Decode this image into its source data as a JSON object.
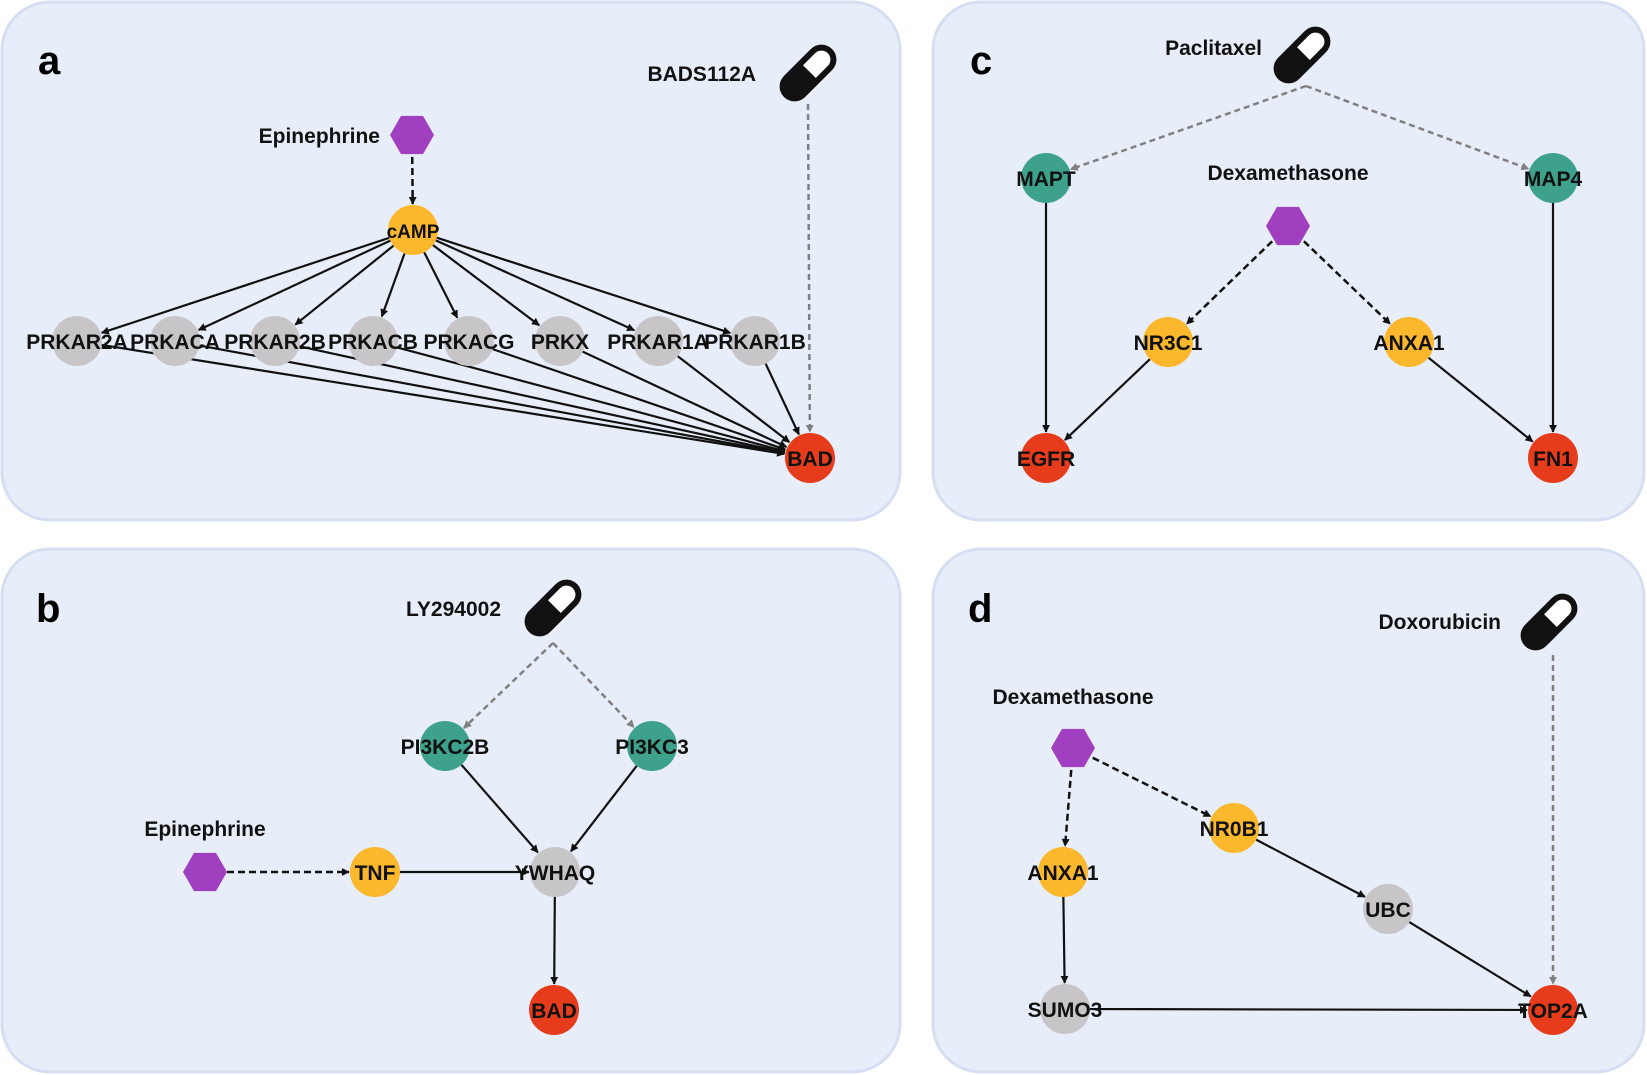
{
  "colors": {
    "target": "#e63c1b",
    "intermediate": "#fbb82d",
    "drug_target": "#3ea18c",
    "other": "#c8c5c8",
    "chemical": "#a03fc0",
    "drug_icon": "#111111",
    "edge_solid": "#111111",
    "edge_dashed_drug": "#808080",
    "edge_dashed_chem": "#111111"
  },
  "legend_types": {
    "target": "target-node",
    "intermediate": "intermediate-node",
    "drug_target": "drug-target-node",
    "other": "protein-node",
    "chemical": "chemical-hexagon",
    "drug": "pill-icon"
  },
  "panels": [
    {
      "id": "a",
      "letter": "a",
      "nodes": [
        {
          "id": "a-bads",
          "label": "BADS112A",
          "type": "drug"
        },
        {
          "id": "a-epi",
          "label": "Epinephrine",
          "type": "chemical"
        },
        {
          "id": "a-camp",
          "label": "cAMP",
          "type": "intermediate"
        },
        {
          "id": "a-r2a",
          "label": "PRKAR2A",
          "type": "other"
        },
        {
          "id": "a-ca",
          "label": "PRKACA",
          "type": "other"
        },
        {
          "id": "a-r2b",
          "label": "PRKAR2B",
          "type": "other"
        },
        {
          "id": "a-cb",
          "label": "PRKACB",
          "type": "other"
        },
        {
          "id": "a-cg",
          "label": "PRKACG",
          "type": "other"
        },
        {
          "id": "a-x",
          "label": "PRKX",
          "type": "other"
        },
        {
          "id": "a-r1a",
          "label": "PRKAR1A",
          "type": "other"
        },
        {
          "id": "a-r1b",
          "label": "PRKAR1B",
          "type": "other"
        },
        {
          "id": "a-bad",
          "label": "BAD",
          "type": "target"
        }
      ],
      "edges": [
        {
          "from": "a-epi",
          "to": "a-camp",
          "style": "dashed-chem"
        },
        {
          "from": "a-bads",
          "to": "a-bad",
          "style": "dashed-drug"
        },
        {
          "from": "a-camp",
          "to": "a-r2a",
          "style": "solid"
        },
        {
          "from": "a-camp",
          "to": "a-ca",
          "style": "solid"
        },
        {
          "from": "a-camp",
          "to": "a-r2b",
          "style": "solid"
        },
        {
          "from": "a-camp",
          "to": "a-cb",
          "style": "solid"
        },
        {
          "from": "a-camp",
          "to": "a-cg",
          "style": "solid"
        },
        {
          "from": "a-camp",
          "to": "a-x",
          "style": "solid"
        },
        {
          "from": "a-camp",
          "to": "a-r1a",
          "style": "solid"
        },
        {
          "from": "a-camp",
          "to": "a-r1b",
          "style": "solid"
        },
        {
          "from": "a-r2a",
          "to": "a-bad",
          "style": "solid"
        },
        {
          "from": "a-ca",
          "to": "a-bad",
          "style": "solid"
        },
        {
          "from": "a-r2b",
          "to": "a-bad",
          "style": "solid"
        },
        {
          "from": "a-cb",
          "to": "a-bad",
          "style": "solid"
        },
        {
          "from": "a-cg",
          "to": "a-bad",
          "style": "solid"
        },
        {
          "from": "a-x",
          "to": "a-bad",
          "style": "solid"
        },
        {
          "from": "a-r1a",
          "to": "a-bad",
          "style": "solid"
        },
        {
          "from": "a-r1b",
          "to": "a-bad",
          "style": "solid"
        }
      ]
    },
    {
      "id": "b",
      "letter": "b",
      "nodes": [
        {
          "id": "b-ly",
          "label": "LY294002",
          "type": "drug"
        },
        {
          "id": "b-pi2b",
          "label": "PI3KC2B",
          "type": "drug_target"
        },
        {
          "id": "b-pi3",
          "label": "PI3KC3",
          "type": "drug_target"
        },
        {
          "id": "b-epi",
          "label": "Epinephrine",
          "type": "chemical"
        },
        {
          "id": "b-tnf",
          "label": "TNF",
          "type": "intermediate"
        },
        {
          "id": "b-ywhaq",
          "label": "YWHAQ",
          "type": "other"
        },
        {
          "id": "b-bad",
          "label": "BAD",
          "type": "target"
        }
      ],
      "edges": [
        {
          "from": "b-ly",
          "to": "b-pi2b",
          "style": "dashed-drug"
        },
        {
          "from": "b-ly",
          "to": "b-pi3",
          "style": "dashed-drug"
        },
        {
          "from": "b-pi2b",
          "to": "b-ywhaq",
          "style": "solid"
        },
        {
          "from": "b-pi3",
          "to": "b-ywhaq",
          "style": "solid"
        },
        {
          "from": "b-epi",
          "to": "b-tnf",
          "style": "dashed-chem"
        },
        {
          "from": "b-tnf",
          "to": "b-ywhaq",
          "style": "solid"
        },
        {
          "from": "b-ywhaq",
          "to": "b-bad",
          "style": "solid"
        }
      ]
    },
    {
      "id": "c",
      "letter": "c",
      "nodes": [
        {
          "id": "c-pac",
          "label": "Paclitaxel",
          "type": "drug"
        },
        {
          "id": "c-mapt",
          "label": "MAPT",
          "type": "drug_target"
        },
        {
          "id": "c-map4",
          "label": "MAP4",
          "type": "drug_target"
        },
        {
          "id": "c-dex",
          "label": "Dexamethasone",
          "type": "chemical"
        },
        {
          "id": "c-nr3c1",
          "label": "NR3C1",
          "type": "intermediate"
        },
        {
          "id": "c-anxa1",
          "label": "ANXA1",
          "type": "intermediate"
        },
        {
          "id": "c-egfr",
          "label": "EGFR",
          "type": "target"
        },
        {
          "id": "c-fn1",
          "label": "FN1",
          "type": "target"
        }
      ],
      "edges": [
        {
          "from": "c-pac",
          "to": "c-mapt",
          "style": "dashed-drug"
        },
        {
          "from": "c-pac",
          "to": "c-map4",
          "style": "dashed-drug"
        },
        {
          "from": "c-dex",
          "to": "c-nr3c1",
          "style": "dashed-chem"
        },
        {
          "from": "c-dex",
          "to": "c-anxa1",
          "style": "dashed-chem"
        },
        {
          "from": "c-mapt",
          "to": "c-egfr",
          "style": "solid"
        },
        {
          "from": "c-nr3c1",
          "to": "c-egfr",
          "style": "solid"
        },
        {
          "from": "c-anxa1",
          "to": "c-fn1",
          "style": "solid"
        },
        {
          "from": "c-map4",
          "to": "c-fn1",
          "style": "solid"
        }
      ]
    },
    {
      "id": "d",
      "letter": "d",
      "nodes": [
        {
          "id": "d-dox",
          "label": "Doxorubicin",
          "type": "drug"
        },
        {
          "id": "d-dex",
          "label": "Dexamethasone",
          "type": "chemical"
        },
        {
          "id": "d-nr0b1",
          "label": "NR0B1",
          "type": "intermediate"
        },
        {
          "id": "d-anxa1",
          "label": "ANXA1",
          "type": "intermediate"
        },
        {
          "id": "d-ubc",
          "label": "UBC",
          "type": "other"
        },
        {
          "id": "d-sumo3",
          "label": "SUMO3",
          "type": "other"
        },
        {
          "id": "d-top2a",
          "label": "TOP2A",
          "type": "target"
        }
      ],
      "edges": [
        {
          "from": "d-dox",
          "to": "d-top2a",
          "style": "dashed-drug"
        },
        {
          "from": "d-dex",
          "to": "d-nr0b1",
          "style": "dashed-chem"
        },
        {
          "from": "d-dex",
          "to": "d-anxa1",
          "style": "dashed-chem"
        },
        {
          "from": "d-nr0b1",
          "to": "d-ubc",
          "style": "solid"
        },
        {
          "from": "d-ubc",
          "to": "d-top2a",
          "style": "solid"
        },
        {
          "from": "d-anxa1",
          "to": "d-sumo3",
          "style": "solid"
        },
        {
          "from": "d-sumo3",
          "to": "d-top2a",
          "style": "solid"
        }
      ]
    }
  ]
}
